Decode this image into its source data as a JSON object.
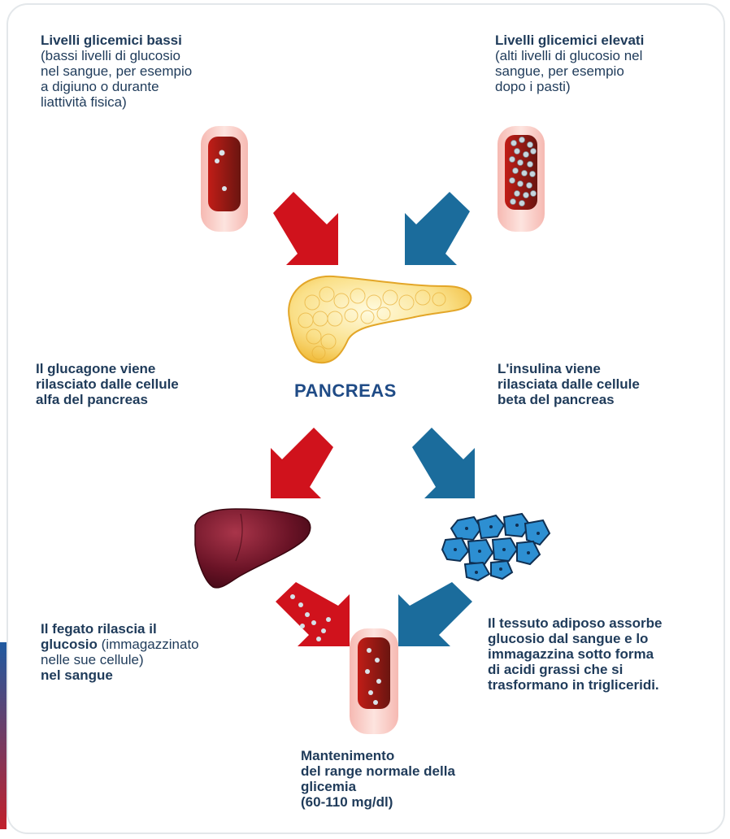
{
  "top_left": {
    "title": "Livelli glicemici bassi",
    "lines": [
      "(bassi livelli di glucosio",
      "nel sangue, per esempio",
      "a digiuno o durante",
      "liattività fisica)"
    ]
  },
  "top_right": {
    "title": "Livelli glicemici elevati",
    "lines": [
      "(alti livelli di glucosio nel",
      "sangue, per esempio",
      "dopo i pasti)"
    ]
  },
  "center": {
    "label": "PANCREAS"
  },
  "glucagon": {
    "lines": [
      "Il glucagone viene",
      "rilasciato dalle cellule",
      "alfa del pancreas"
    ]
  },
  "insulin": {
    "lines": [
      "L'insulina viene",
      "rilasciata dalle cellule",
      "beta del pancreas"
    ]
  },
  "liver_text": {
    "line1": "Il fegato rilascia il",
    "line2_bold": "glucosio",
    "line2_normal": " (immagazzinato",
    "line3": "nelle sue cellule)",
    "line4": "nel sangue"
  },
  "adipose_text": {
    "lines": [
      "Il tessuto adiposo assorbe",
      "glucosio dal sangue e lo",
      "immagazzina sotto forma",
      "di acidi grassi che si",
      "trasformano in trigliceridi."
    ]
  },
  "bottom": {
    "lines_normal_bold": [
      "Mantenimento",
      "del range normale della",
      "glicemia"
    ],
    "range": "(60-110 mg/dl)"
  },
  "colors": {
    "text": "#1f3b5a",
    "red_arrow": "#d0121c",
    "blue_arrow": "#1b6c9c",
    "vessel": "#8e1b12",
    "liver": "#5a0f1d",
    "fat": "#2d8fd2",
    "pancreas": "#f5c64a"
  }
}
